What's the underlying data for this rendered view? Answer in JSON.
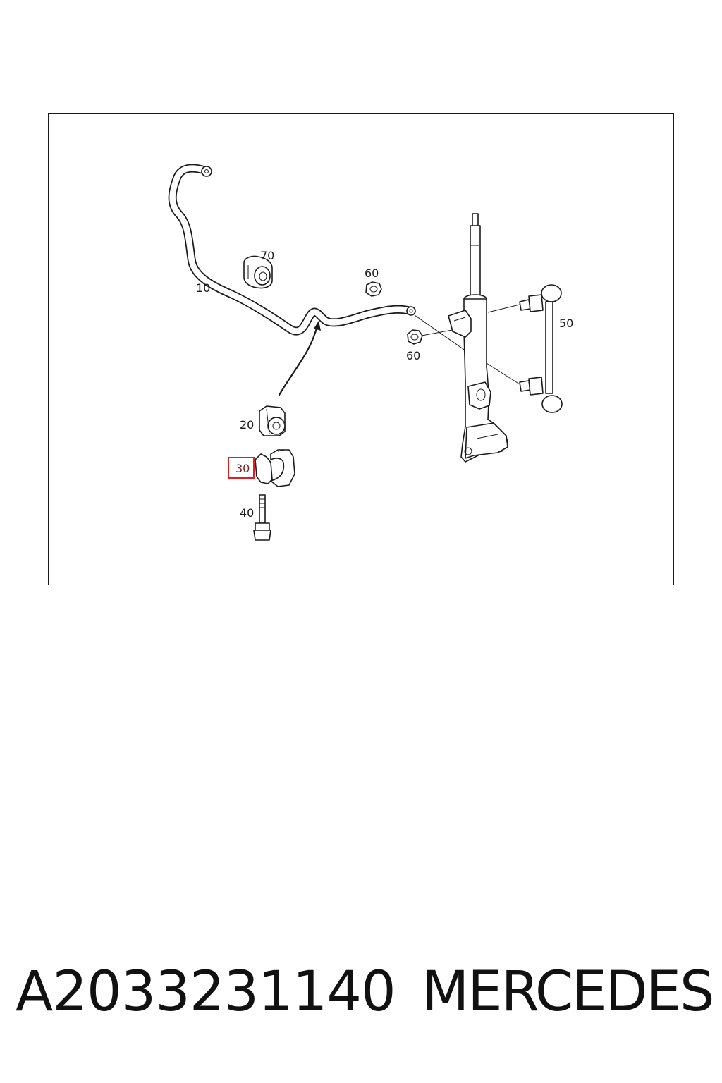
{
  "diagram": {
    "callouts": {
      "c10": "10",
      "c20": "20",
      "c30": "30",
      "c40": "40",
      "c50": "50",
      "c60_top": "60",
      "c60_bottom": "60",
      "c70": "70"
    },
    "highlighted_callout": "30",
    "highlight_color": "#e02020"
  },
  "caption": {
    "part_number": "A2033231140",
    "brand": "MERCEDES"
  }
}
